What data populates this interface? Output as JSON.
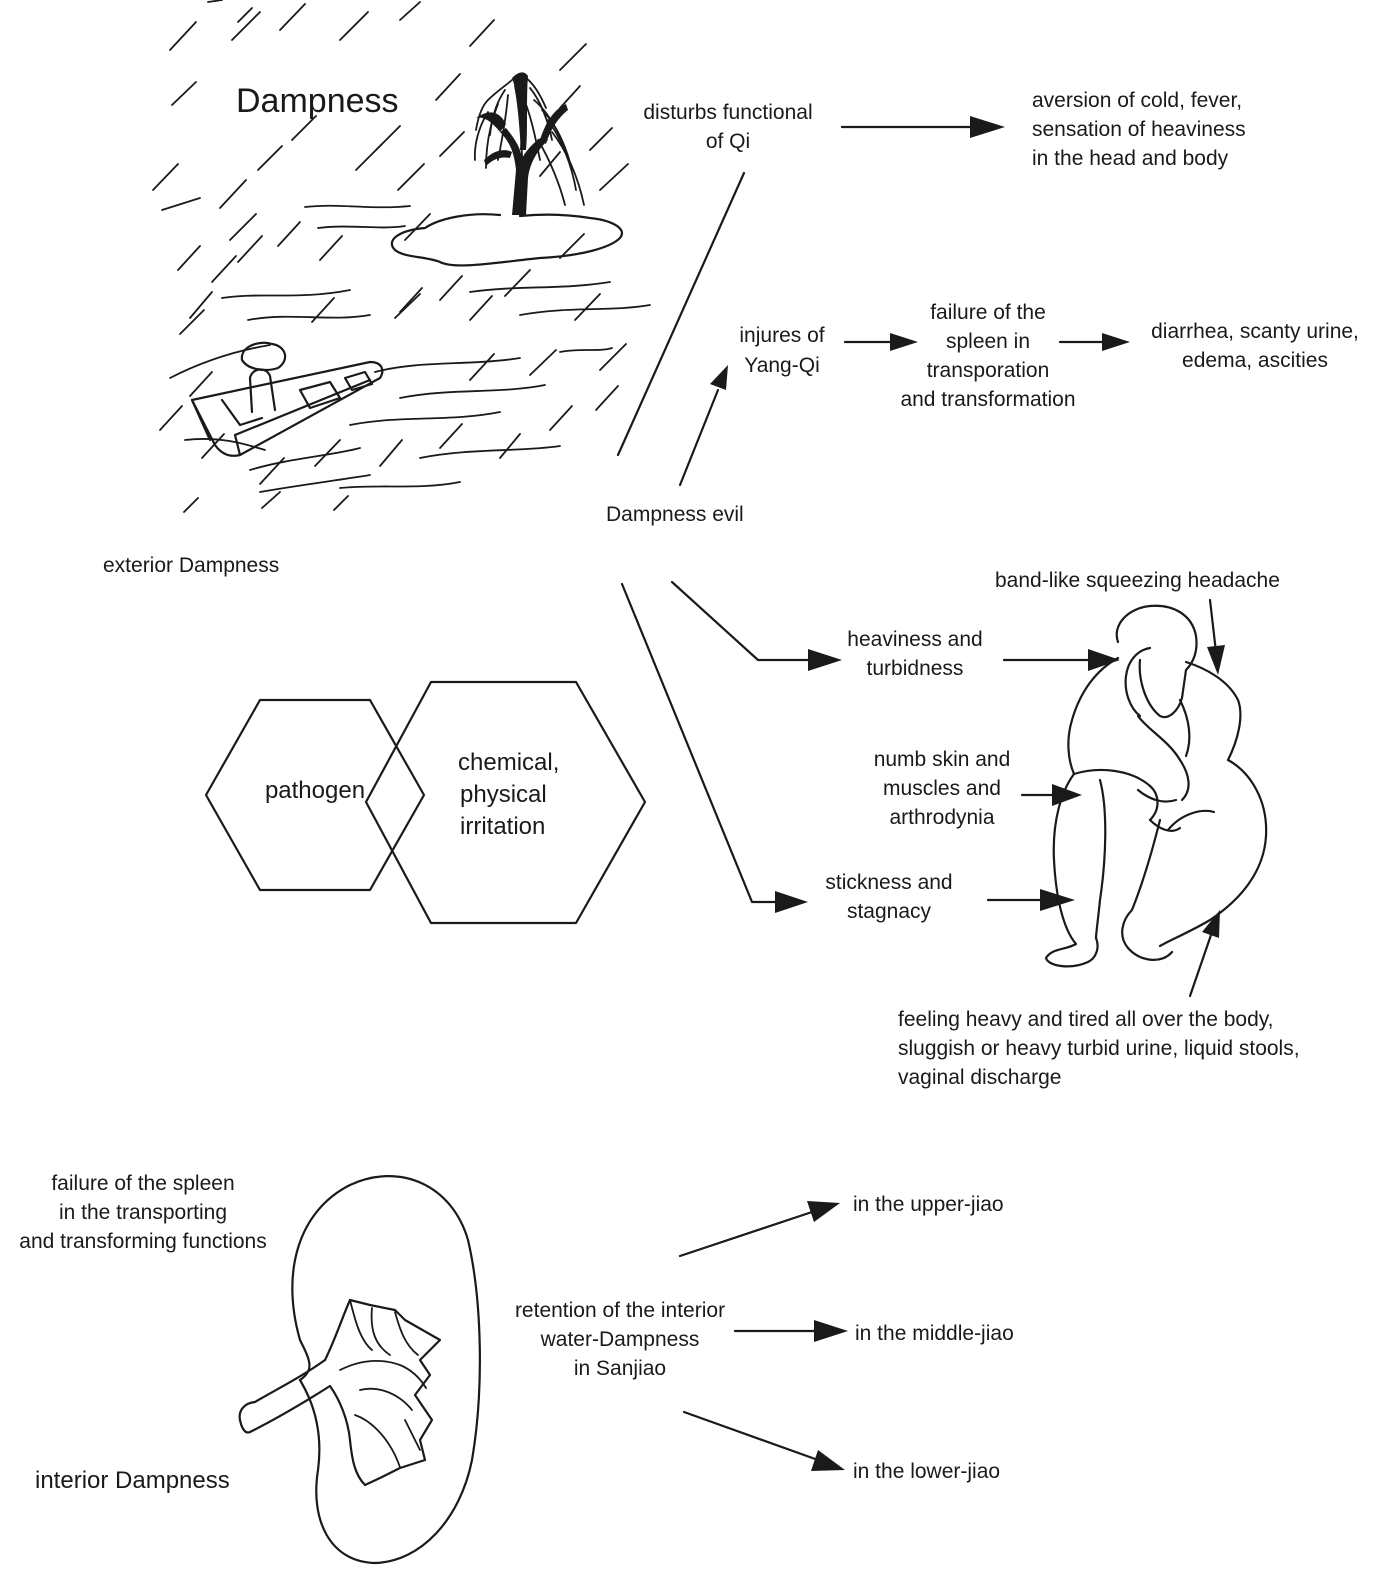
{
  "exterior": {
    "title": "Dampness",
    "caption": "exterior Dampness"
  },
  "center": {
    "label": "Dampness evil"
  },
  "branch_qi": {
    "cause": [
      "disturbs functional",
      "of Qi"
    ],
    "effect": [
      "aversion of cold, fever,",
      "sensation of heaviness",
      "in the head and body"
    ]
  },
  "branch_yang": {
    "cause": [
      "injures of",
      "Yang-Qi"
    ],
    "middle": [
      "failure of the",
      "spleen in",
      "transporation",
      "and transformation"
    ],
    "effect": [
      "diarrhea, scanty urine,",
      "edema, ascities"
    ]
  },
  "hexagons": {
    "left": "pathogen",
    "right": [
      "chemical,",
      "physical",
      "irritation"
    ]
  },
  "properties": {
    "heaviness": [
      "heaviness and",
      "turbidness"
    ],
    "numb": [
      "numb skin and",
      "muscles and",
      "arthrodynia"
    ],
    "stickness": [
      "stickness and",
      "stagnacy"
    ],
    "headache": "band-like squeezing headache",
    "body": [
      "feeling heavy and tired all over the body,",
      "sluggish or heavy turbid urine, liquid stools,",
      "vaginal discharge"
    ]
  },
  "interior": {
    "cause": [
      "failure of the spleen",
      "in the transporting",
      "and transforming functions"
    ],
    "caption": "interior Dampness",
    "retention": [
      "retention of the interior",
      "water-Dampness",
      "in Sanjiao"
    ],
    "upper": "in the upper-jiao",
    "middle": "in the middle-jiao",
    "lower": "in the lower-jiao"
  }
}
